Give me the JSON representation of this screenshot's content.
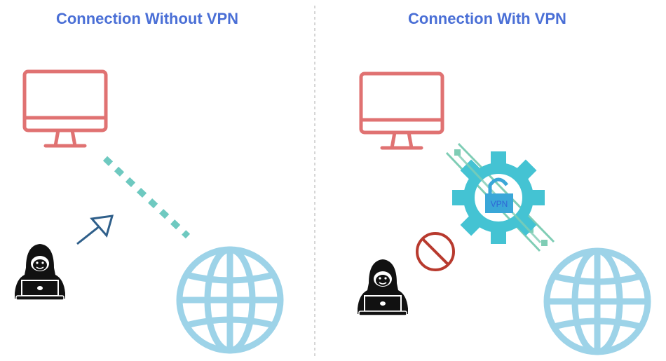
{
  "left_panel": {
    "title": "Connection Without VPN"
  },
  "right_panel": {
    "title": "Connection With VPN",
    "lock_label": "VPN"
  },
  "colors": {
    "title": "#4a6fd6",
    "monitor": "#e07272",
    "globe": "#9dd3e8",
    "link": "#6ec9c0",
    "gear": "#44c3d3",
    "arrow": "#2f5f8a",
    "block": "#b83a2e",
    "hacker": "#111111"
  }
}
